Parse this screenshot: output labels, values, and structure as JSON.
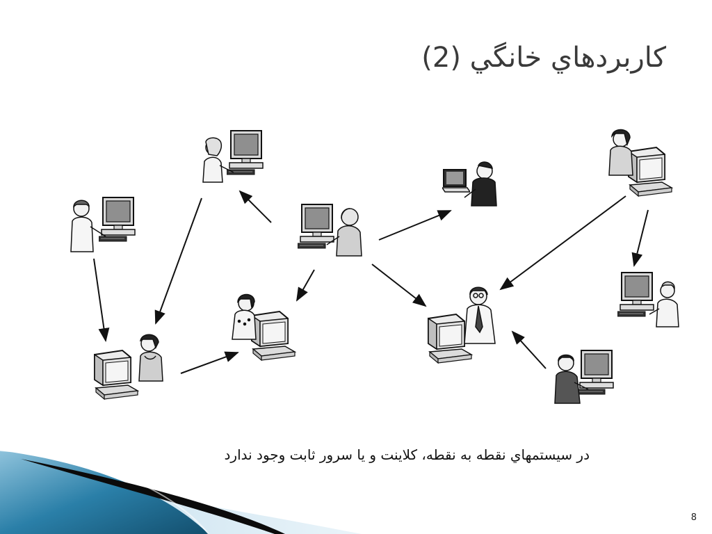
{
  "slide": {
    "title": "کاربردهاي خانگي (2)",
    "caption": "در سيستمهاي نقطه به نقطه، کلاينت و يا سرور ثابت وجود ندارد",
    "page_number": "8"
  },
  "colors": {
    "accent_blue": "#2a7fa8",
    "accent_light": "#8fc3dc",
    "swoosh_dark": "#0b0b0b"
  },
  "diagram": {
    "nodes": [
      {
        "id": "woman-top-left",
        "icon": "woman-at-monitor"
      },
      {
        "id": "man-left",
        "icon": "man-at-monitor"
      },
      {
        "id": "woman-bottom-left",
        "icon": "woman-at-desktop"
      },
      {
        "id": "woman-middle",
        "icon": "woman-at-desktop"
      },
      {
        "id": "man-center",
        "icon": "bald-man-at-monitor"
      },
      {
        "id": "man-laptop",
        "icon": "man-at-laptop"
      },
      {
        "id": "man-right-center",
        "icon": "man-with-tie-at-desktop"
      },
      {
        "id": "woman-top-right",
        "icon": "woman-at-desktop"
      },
      {
        "id": "woman-right",
        "icon": "woman-at-monitor"
      },
      {
        "id": "man-bottom-right",
        "icon": "man-at-monitor"
      }
    ],
    "arrows": [
      {
        "from": "man-center",
        "to": "woman-top-left"
      },
      {
        "from": "man-center",
        "to": "man-laptop"
      },
      {
        "from": "man-center",
        "to": "woman-middle"
      },
      {
        "from": "man-center",
        "to": "man-right-center"
      },
      {
        "from": "woman-top-left",
        "to": "woman-bottom-left"
      },
      {
        "from": "man-left",
        "to": "woman-bottom-left"
      },
      {
        "from": "woman-bottom-left",
        "to": "woman-middle"
      },
      {
        "from": "woman-top-right",
        "to": "man-right-center"
      },
      {
        "from": "woman-top-right",
        "to": "woman-right"
      },
      {
        "from": "man-bottom-right",
        "to": "man-right-center"
      }
    ]
  }
}
